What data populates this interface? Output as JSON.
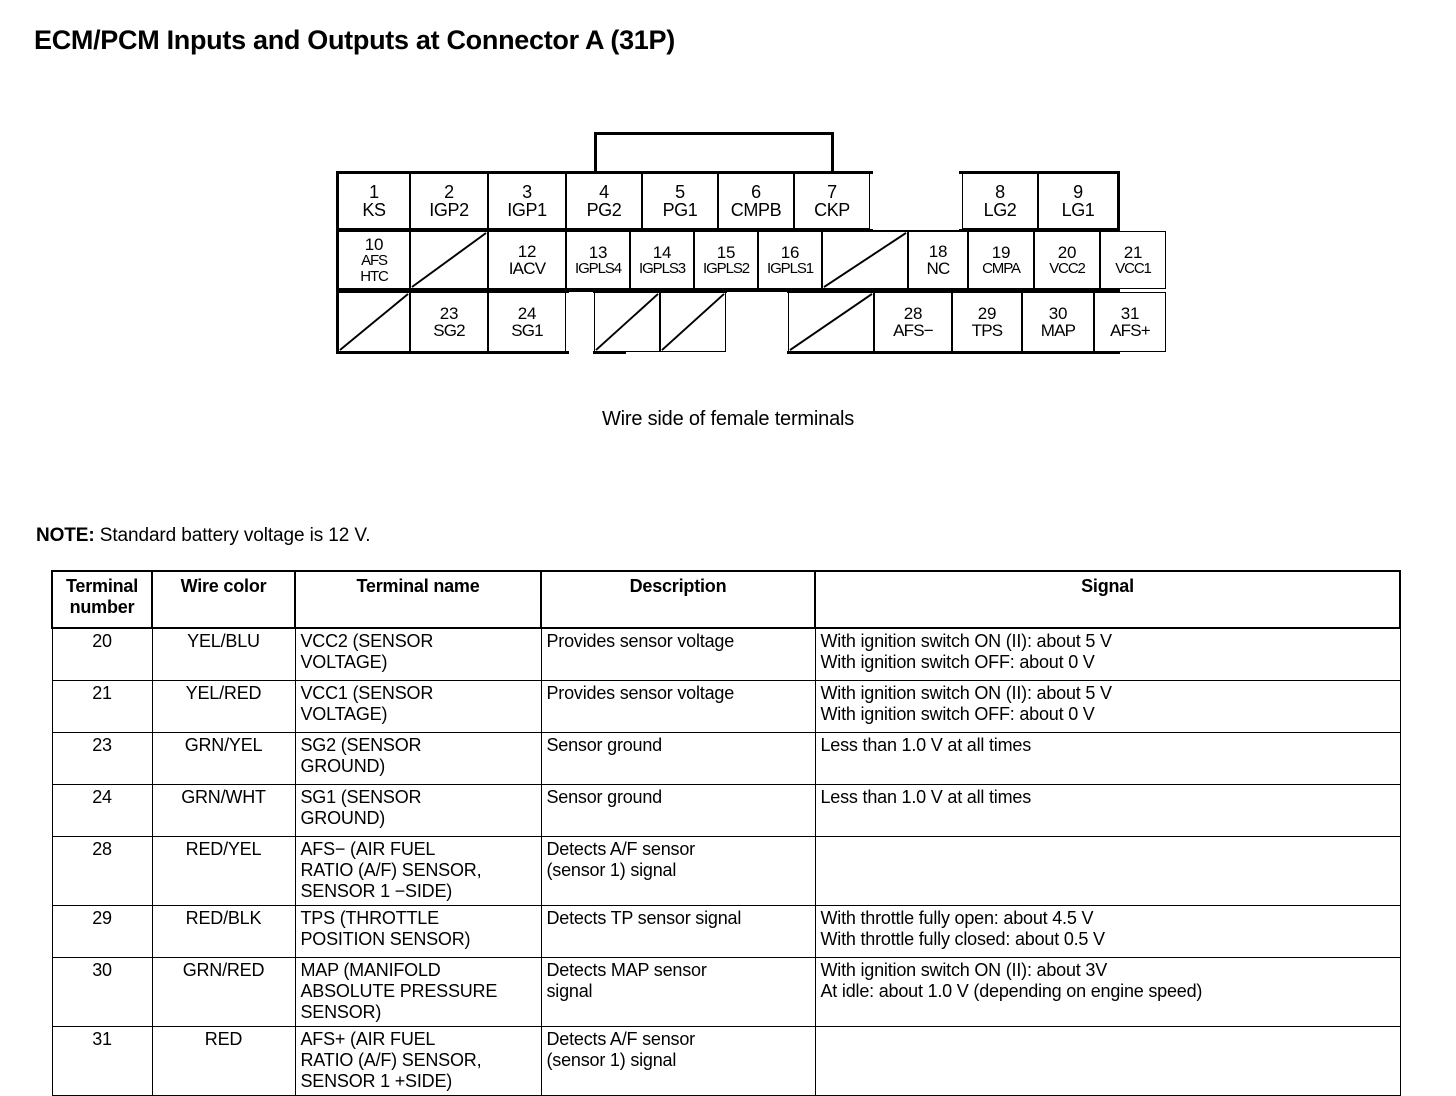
{
  "title": "ECM/PCM Inputs and Outputs at Connector A (31P)",
  "connector": {
    "caption": "Wire side of female terminals",
    "rows": [
      {
        "row": 1,
        "cells": [
          {
            "type": "pin",
            "number": "1",
            "name": "KS"
          },
          {
            "type": "pin",
            "number": "2",
            "name": "IGP2"
          },
          {
            "type": "pin",
            "number": "3",
            "name": "IGP1"
          },
          {
            "type": "pin",
            "number": "4",
            "name": "PG2"
          },
          {
            "type": "pin",
            "number": "5",
            "name": "PG1"
          },
          {
            "type": "pin",
            "number": "6",
            "name": "CMPB"
          },
          {
            "type": "pin",
            "number": "7",
            "name": "CKP"
          },
          {
            "type": "gap"
          },
          {
            "type": "pin",
            "number": "8",
            "name": "LG2"
          },
          {
            "type": "pin",
            "number": "9",
            "name": "LG1"
          }
        ]
      },
      {
        "row": 2,
        "cells": [
          {
            "type": "pin",
            "number": "10",
            "name": "AFS",
            "name2": "HTC"
          },
          {
            "type": "blank"
          },
          {
            "type": "pin",
            "number": "12",
            "name": "IACV"
          },
          {
            "type": "pin",
            "number": "13",
            "name": "IGPLS4"
          },
          {
            "type": "pin",
            "number": "14",
            "name": "IGPLS3"
          },
          {
            "type": "pin",
            "number": "15",
            "name": "IGPLS2"
          },
          {
            "type": "pin",
            "number": "16",
            "name": "IGPLS1"
          },
          {
            "type": "blank"
          },
          {
            "type": "pin",
            "number": "18",
            "name": "NC"
          },
          {
            "type": "pin",
            "number": "19",
            "name": "CMPA"
          },
          {
            "type": "pin",
            "number": "20",
            "name": "VCC2"
          },
          {
            "type": "pin",
            "number": "21",
            "name": "VCC1"
          }
        ]
      },
      {
        "row": 3,
        "cells": [
          {
            "type": "blank"
          },
          {
            "type": "pin",
            "number": "23",
            "name": "SG2"
          },
          {
            "type": "pin",
            "number": "24",
            "name": "SG1"
          },
          {
            "type": "gap"
          },
          {
            "type": "blank"
          },
          {
            "type": "blank"
          },
          {
            "type": "gap"
          },
          {
            "type": "blank"
          },
          {
            "type": "pin",
            "number": "28",
            "name": "AFS−"
          },
          {
            "type": "pin",
            "number": "29",
            "name": "TPS"
          },
          {
            "type": "pin",
            "number": "30",
            "name": "MAP"
          },
          {
            "type": "pin",
            "number": "31",
            "name": "AFS+"
          }
        ]
      }
    ]
  },
  "note": {
    "label": "NOTE:",
    "text": " Standard battery voltage is 12 V."
  },
  "table": {
    "headers": {
      "terminal_number_l1": "Terminal",
      "terminal_number_l2": "number",
      "wire_color": "Wire color",
      "terminal_name": "Terminal name",
      "description": "Description",
      "signal": "Signal"
    },
    "rows": [
      {
        "terminal": "20",
        "wire_color": "YEL/BLU",
        "name_lines": [
          "VCC2 (SENSOR",
          "VOLTAGE)"
        ],
        "desc_lines": [
          "Provides sensor voltage"
        ],
        "signal_lines": [
          "With ignition switch ON (II): about 5 V",
          "With ignition switch OFF: about 0 V"
        ]
      },
      {
        "terminal": "21",
        "wire_color": "YEL/RED",
        "name_lines": [
          "VCC1 (SENSOR",
          "VOLTAGE)"
        ],
        "desc_lines": [
          "Provides sensor voltage"
        ],
        "signal_lines": [
          "With ignition switch ON (II): about 5 V",
          "With ignition switch OFF: about 0 V"
        ]
      },
      {
        "terminal": "23",
        "wire_color": "GRN/YEL",
        "name_lines": [
          "SG2 (SENSOR",
          "GROUND)"
        ],
        "desc_lines": [
          "Sensor ground"
        ],
        "signal_lines": [
          "Less than 1.0 V at all times"
        ]
      },
      {
        "terminal": "24",
        "wire_color": "GRN/WHT",
        "name_lines": [
          "SG1 (SENSOR",
          "GROUND)"
        ],
        "desc_lines": [
          "Sensor ground"
        ],
        "signal_lines": [
          "Less than 1.0 V at all times"
        ]
      },
      {
        "terminal": "28",
        "wire_color": "RED/YEL",
        "name_lines": [
          "AFS− (AIR FUEL",
          "RATIO (A/F) SENSOR,",
          "SENSOR 1 −SIDE)"
        ],
        "desc_lines": [
          "Detects A/F sensor",
          "(sensor 1) signal"
        ],
        "signal_lines": []
      },
      {
        "terminal": "29",
        "wire_color": "RED/BLK",
        "name_lines": [
          "TPS (THROTTLE",
          "POSITION SENSOR)"
        ],
        "desc_lines": [
          "Detects TP sensor signal"
        ],
        "signal_lines": [
          "With throttle fully open: about 4.5 V",
          "With throttle fully closed: about 0.5 V"
        ]
      },
      {
        "terminal": "30",
        "wire_color": "GRN/RED",
        "name_lines": [
          "MAP (MANIFOLD",
          "ABSOLUTE PRESSURE",
          "SENSOR)"
        ],
        "desc_lines": [
          "Detects MAP sensor",
          "signal"
        ],
        "signal_lines": [
          "With ignition switch ON (II): about 3V",
          "At idle: about 1.0 V (depending on engine speed)"
        ]
      },
      {
        "terminal": "31",
        "wire_color": "RED",
        "name_lines": [
          "AFS+ (AIR FUEL",
          "RATIO (A/F) SENSOR,",
          "SENSOR 1 +SIDE)"
        ],
        "desc_lines": [
          "Detects A/F sensor",
          "(sensor 1) signal"
        ],
        "signal_lines": []
      }
    ]
  }
}
